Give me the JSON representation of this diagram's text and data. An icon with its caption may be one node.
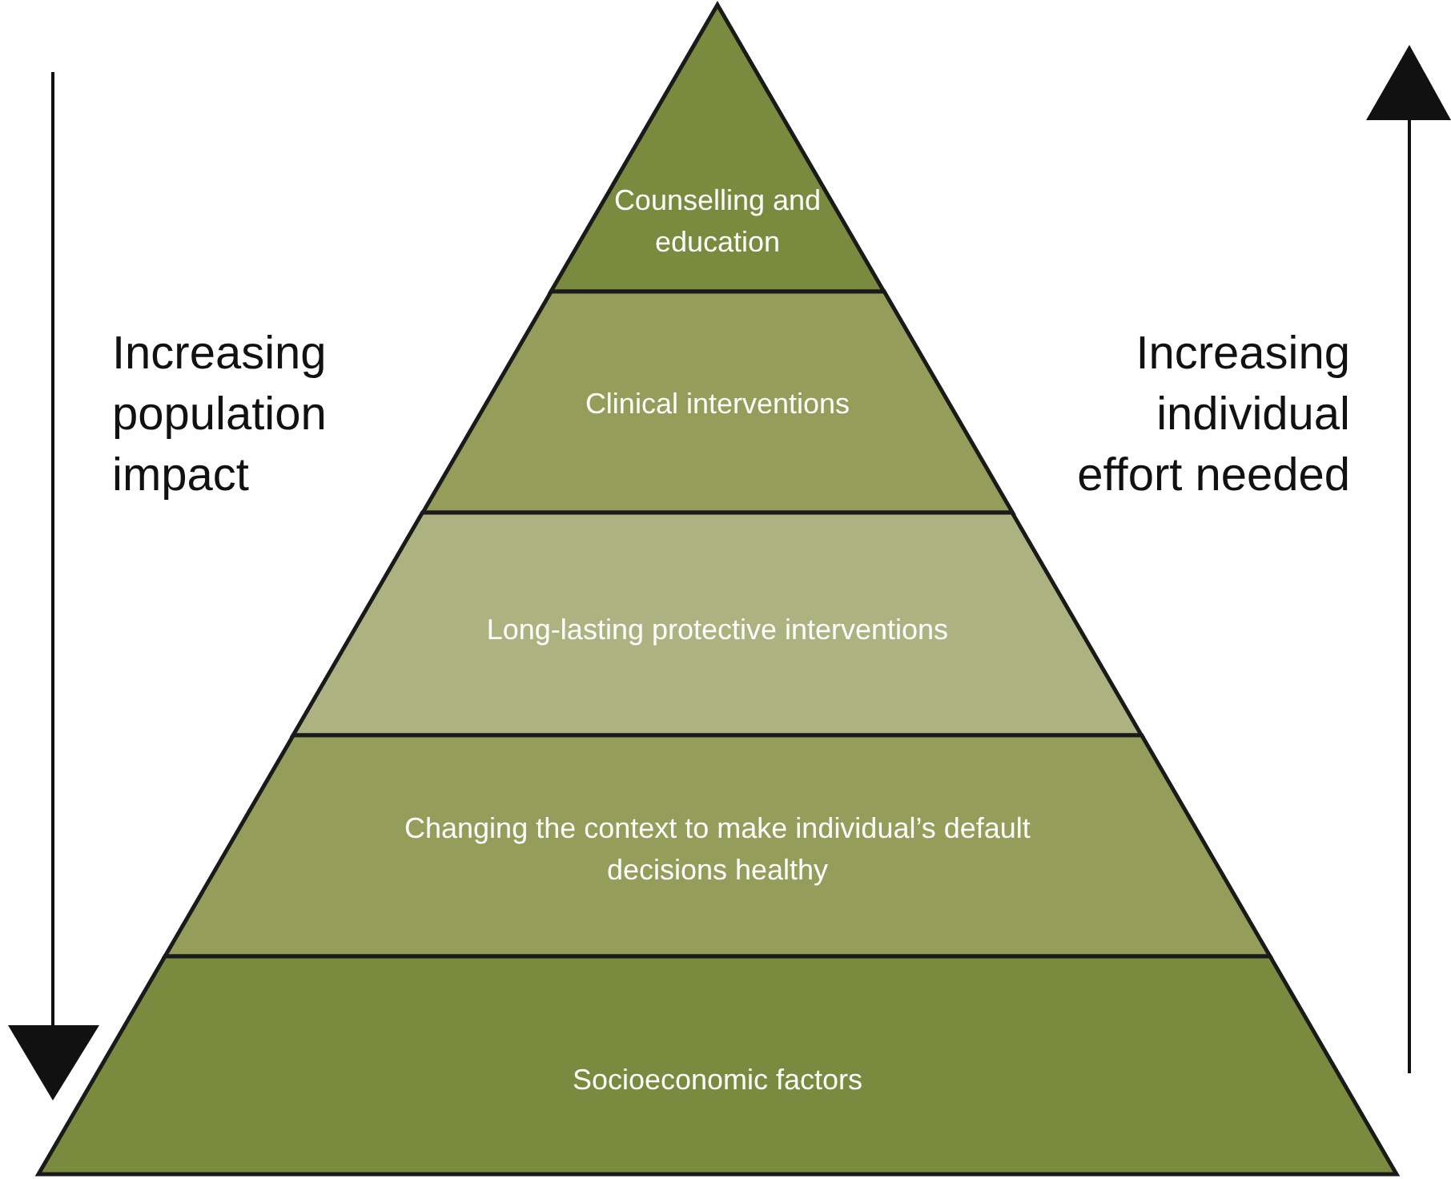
{
  "diagram": {
    "nodes": [
      {
        "text": [
          "Counselling and education"
        ]
      },
      {
        "text": [
          "Clinical interventions"
        ]
      },
      {
        "text": [
          "Long-lasting protective interventions"
        ]
      },
      {
        "text": [
          "Changing the context to make individual’s default decisions healthy"
        ]
      },
      {
        "text": [
          "Socioeconomic factors"
        ]
      }
    ],
    "edges": [],
    "labels": [
      "Increasing population impact",
      "Increasing individual effort needed"
    ]
  }
}
